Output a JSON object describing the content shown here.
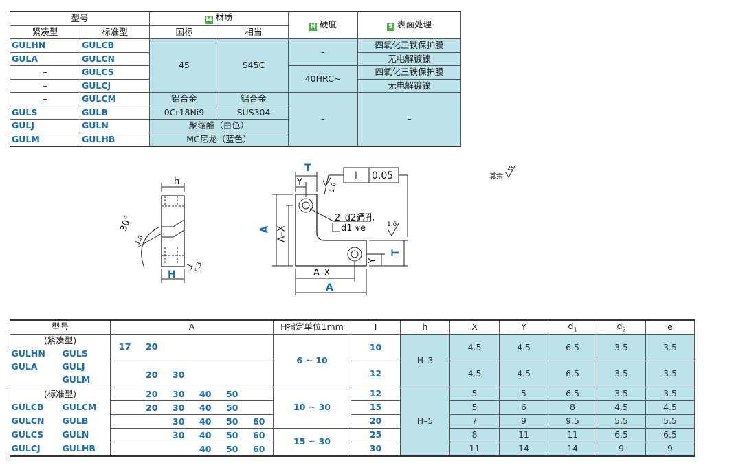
{
  "material_table": {
    "header_model": "型号",
    "header_compact": "紧凑型",
    "header_standard": "标准型",
    "header_material_badge": "M",
    "header_material": "材质",
    "header_gb": "国标",
    "header_equiv": "相当",
    "header_hardness_badge": "H",
    "header_hardness": "硬度",
    "header_surface_badge": "S",
    "header_surface": "表面处理",
    "rows": [
      {
        "compact": "GULHN",
        "standard": "GULCB"
      },
      {
        "compact": "GULA",
        "standard": "GULCN"
      },
      {
        "compact": "–",
        "standard": "GULCS"
      },
      {
        "compact": "–",
        "standard": "GULCJ"
      },
      {
        "compact": "–",
        "standard": "GULCM"
      },
      {
        "compact": "GULS",
        "standard": "GULB"
      },
      {
        "compact": "GULJ",
        "standard": "GULN"
      },
      {
        "compact": "GULM",
        "standard": "GULHB"
      }
    ],
    "mat_45": "45",
    "mat_s45c": "S45C",
    "mat_al": "铝合金",
    "mat_al_eq": "铝合金",
    "mat_sus_gb": "0Cr18Ni9",
    "mat_sus": "SUS304",
    "mat_pom": "聚缩醛（白色）",
    "mat_mc": "MC尼龙（蓝色）",
    "hard_dash1": "–",
    "hard_40": "40HRC~",
    "hard_dash2": "–",
    "surf_1": "四氧化三铁保护膜",
    "surf_2": "无电解镀镍",
    "surf_3": "四氧化三铁保护膜",
    "surf_4": "无电解镀镍",
    "surf_dash": "–"
  },
  "drawing": {
    "label_h": "h",
    "label_H": "H",
    "label_30": "30°",
    "label_16a": "1.6",
    "label_63": "6.3",
    "label_T_top": "T",
    "label_Y_top": "Y",
    "label_16b": "1.6",
    "tol_symbol": "⊥",
    "tol_value": "0.05",
    "label_holes": "2–d2通孔",
    "label_cb": "d1",
    "label_cbdepth": "e",
    "label_16c": "1.6",
    "label_A_left": "A",
    "label_AX_left": "A–X",
    "label_Y_right": "Y",
    "label_T_right": "T",
    "label_AX_bottom": "A–X",
    "label_A_bottom": "A",
    "rough_note": "其余",
    "rough_value": "25"
  },
  "dim_table": {
    "header_model": "型号",
    "header_A": "A",
    "header_H": "H指定单位1mm",
    "header_T": "T",
    "header_h": "h",
    "header_X": "X",
    "header_Y": "Y",
    "header_d1": "d",
    "header_d1_sub": "1",
    "header_d2": "d",
    "header_d2_sub": "2",
    "header_e": "e",
    "cat_compact": "(紧凑型)",
    "cat_standard": "(标准型)",
    "compact_codes": [
      [
        "GULHN",
        "GULS"
      ],
      [
        "GULA",
        "GULJ"
      ],
      [
        "",
        "GULM"
      ]
    ],
    "standard_codes": [
      [
        "GULCB",
        "GULCM"
      ],
      [
        "GULCN",
        "GULB"
      ],
      [
        "GULCS",
        "GULN"
      ],
      [
        "GULCJ",
        "GULHB"
      ]
    ],
    "rows": [
      {
        "A": [
          "17",
          "20"
        ],
        "T": "10",
        "X": "4.5",
        "Y": "4.5",
        "d1": "6.5",
        "d2": "3.5",
        "e": "3.5"
      },
      {
        "A": [
          "20",
          "30"
        ],
        "T": "12",
        "X": "4.5",
        "Y": "4.5",
        "d1": "6.5",
        "d2": "3.5",
        "e": "3.5"
      },
      {
        "A": [
          "20",
          "30",
          "40",
          "50"
        ],
        "T": "12",
        "X": "5",
        "Y": "5",
        "d1": "6.5",
        "d2": "3.5",
        "e": "3.5"
      },
      {
        "A": [
          "20",
          "30",
          "40",
          "50"
        ],
        "T": "15",
        "X": "5",
        "Y": "6",
        "d1": "8",
        "d2": "4.5",
        "e": "4.5"
      },
      {
        "A": [
          "30",
          "40",
          "50",
          "60"
        ],
        "T": "20",
        "X": "7",
        "Y": "9",
        "d1": "9.5",
        "d2": "5.5",
        "e": "5.5"
      },
      {
        "A": [
          "30",
          "40",
          "50",
          "60"
        ],
        "T": "25",
        "X": "8",
        "Y": "11",
        "d1": "11",
        "d2": "6.5",
        "e": "6.5"
      },
      {
        "A": [
          "40",
          "50",
          "60"
        ],
        "T": "30",
        "X": "11",
        "Y": "14",
        "d1": "14",
        "d2": "9",
        "e": "9"
      }
    ],
    "H_range_1": "6 ~ 10",
    "H_range_2": "10 ~ 30",
    "H_range_3": "15 ~ 30",
    "h_1": "H–3",
    "h_2": "H–5"
  }
}
